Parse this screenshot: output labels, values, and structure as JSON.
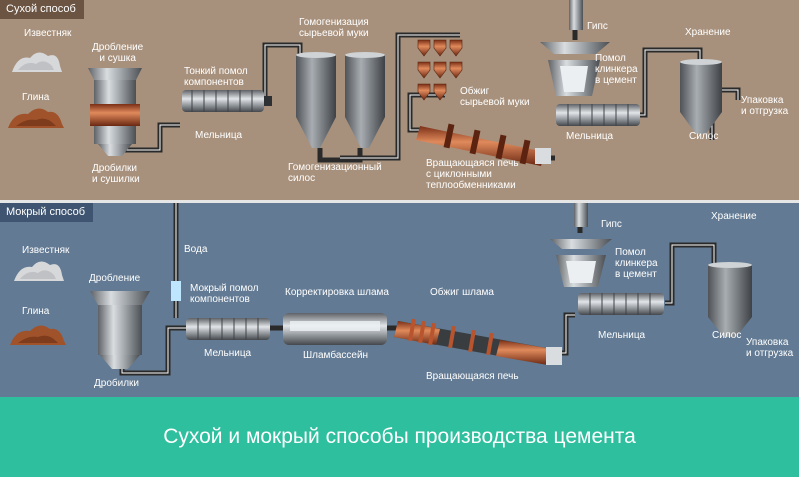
{
  "dry": {
    "tag": "Сухой способ",
    "labels": {
      "limestone": "Известняк",
      "clay": "Глина",
      "crushing_drying": "Дробление\nи сушка",
      "crushers_dryers": "Дробилки\nи сушилки",
      "fine_grinding": "Тонкий помол\nкомпонентов",
      "mill": "Мельница",
      "homogenization": "Гомогенизация\nсырьевой муки",
      "homogenization_silo": "Гомогенизационный\nсилос",
      "roasting": "Обжиг\nсырьевой муки",
      "kiln": "Вращающаяся печь\nс циклонными\nтеплообменниками",
      "gypsum": "Гипс",
      "clinker_grinding": "Помол\nклинкера\nв цемент",
      "mill2": "Мельница",
      "storage": "Хранение",
      "packing": "Упаковка\nи отгрузка",
      "silo": "Силос"
    }
  },
  "wet": {
    "tag": "Мокрый способ",
    "labels": {
      "water": "Вода",
      "limestone": "Известняк",
      "clay": "Глина",
      "crushing": "Дробление",
      "crushers": "Дробилки",
      "wet_grinding": "Мокрый помол\nкомпонентов",
      "mill": "Мельница",
      "slurry_correction": "Корректировка шлама",
      "slurry_basin": "Шламбассейн",
      "slurry_roasting": "Обжиг шлама",
      "kiln": "Вращающаяся печь",
      "gypsum": "Гипс",
      "clinker_grinding": "Помол\nклинкера\nв цемент",
      "mill2": "Мельница",
      "storage": "Хранение",
      "silo": "Силос",
      "packing": "Упаковка\nи отгрузка"
    }
  },
  "footer": {
    "title": "Сухой и мокрый способы производства цемента"
  },
  "colors": {
    "dry_bg": "#a8917c",
    "wet_bg": "#627a93",
    "footer": "#2dbf9e",
    "copper": "#b8552f"
  }
}
